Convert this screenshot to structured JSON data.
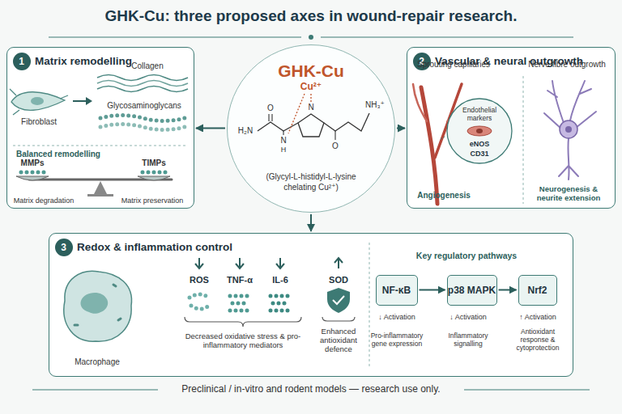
{
  "diagram": {
    "title": "GHK-Cu: three proposed axes in wound-repair research.",
    "caption": "Preclinical / in-vitro and rodent models — research use only.",
    "nodes": [
      {
        "text": [
          "Matrix remodelling"
        ]
      },
      {
        "text": [
          "1"
        ],
        "in": 0
      },
      {
        "text": [
          "Vascular & neural outgrowth"
        ]
      },
      {
        "text": [
          "2"
        ],
        "in": 2
      },
      {
        "text": [
          "GHK-Cu",
          "(Glycyl-L-histidyl-L-lysine chelating Cu²⁺)"
        ]
      },
      {
        "text": [
          "Redox & inflammation control"
        ]
      },
      {
        "text": [
          "3"
        ],
        "in": 5
      },
      {
        "text": [
          "NF-κB"
        ],
        "in": 5
      },
      {
        "text": [
          "p38 MAPK"
        ],
        "in": 5
      },
      {
        "text": [
          "Nrf2"
        ],
        "in": 5
      }
    ],
    "edges": [
      {
        "from": 4,
        "to": 0,
        "arrow": "to"
      },
      {
        "from": 4,
        "to": 2,
        "arrow": "to"
      },
      {
        "from": 4,
        "to": 5,
        "arrow": "to"
      },
      {
        "from": 7,
        "to": 8,
        "arrow": "to"
      },
      {
        "from": 8,
        "to": 9,
        "arrow": "to"
      }
    ],
    "labels": [
      "Fibroblast",
      "Collagen",
      "Glycosaminoglycans",
      "Balanced remodelling",
      "MMPs",
      "TIMPs",
      "Matrix degradation",
      "Matrix preservation",
      "Sprouting capillaries",
      "Nerve fibre outgrowth",
      "Endothelial markers",
      "eNOS",
      "CD31",
      "Angiogenesis",
      "Neurogenesis & neurite extension",
      "Cu²⁺",
      "H₂N",
      "NH₃⁺",
      "O",
      "N",
      "H",
      "N",
      "O",
      "Macrophage",
      "ROS",
      "TNF-α",
      "IL-6",
      "SOD",
      "Decreased oxidative stress & pro-inflammatory mediators",
      "Enhanced antioxidant defence",
      "Key regulatory pathways",
      "↓ Activation",
      "↓ Activation",
      "↑ Activation",
      "Pro-inflammatory gene expression",
      "Inflammatory signalling",
      "Antioxidant response & cytoprotection"
    ]
  }
}
